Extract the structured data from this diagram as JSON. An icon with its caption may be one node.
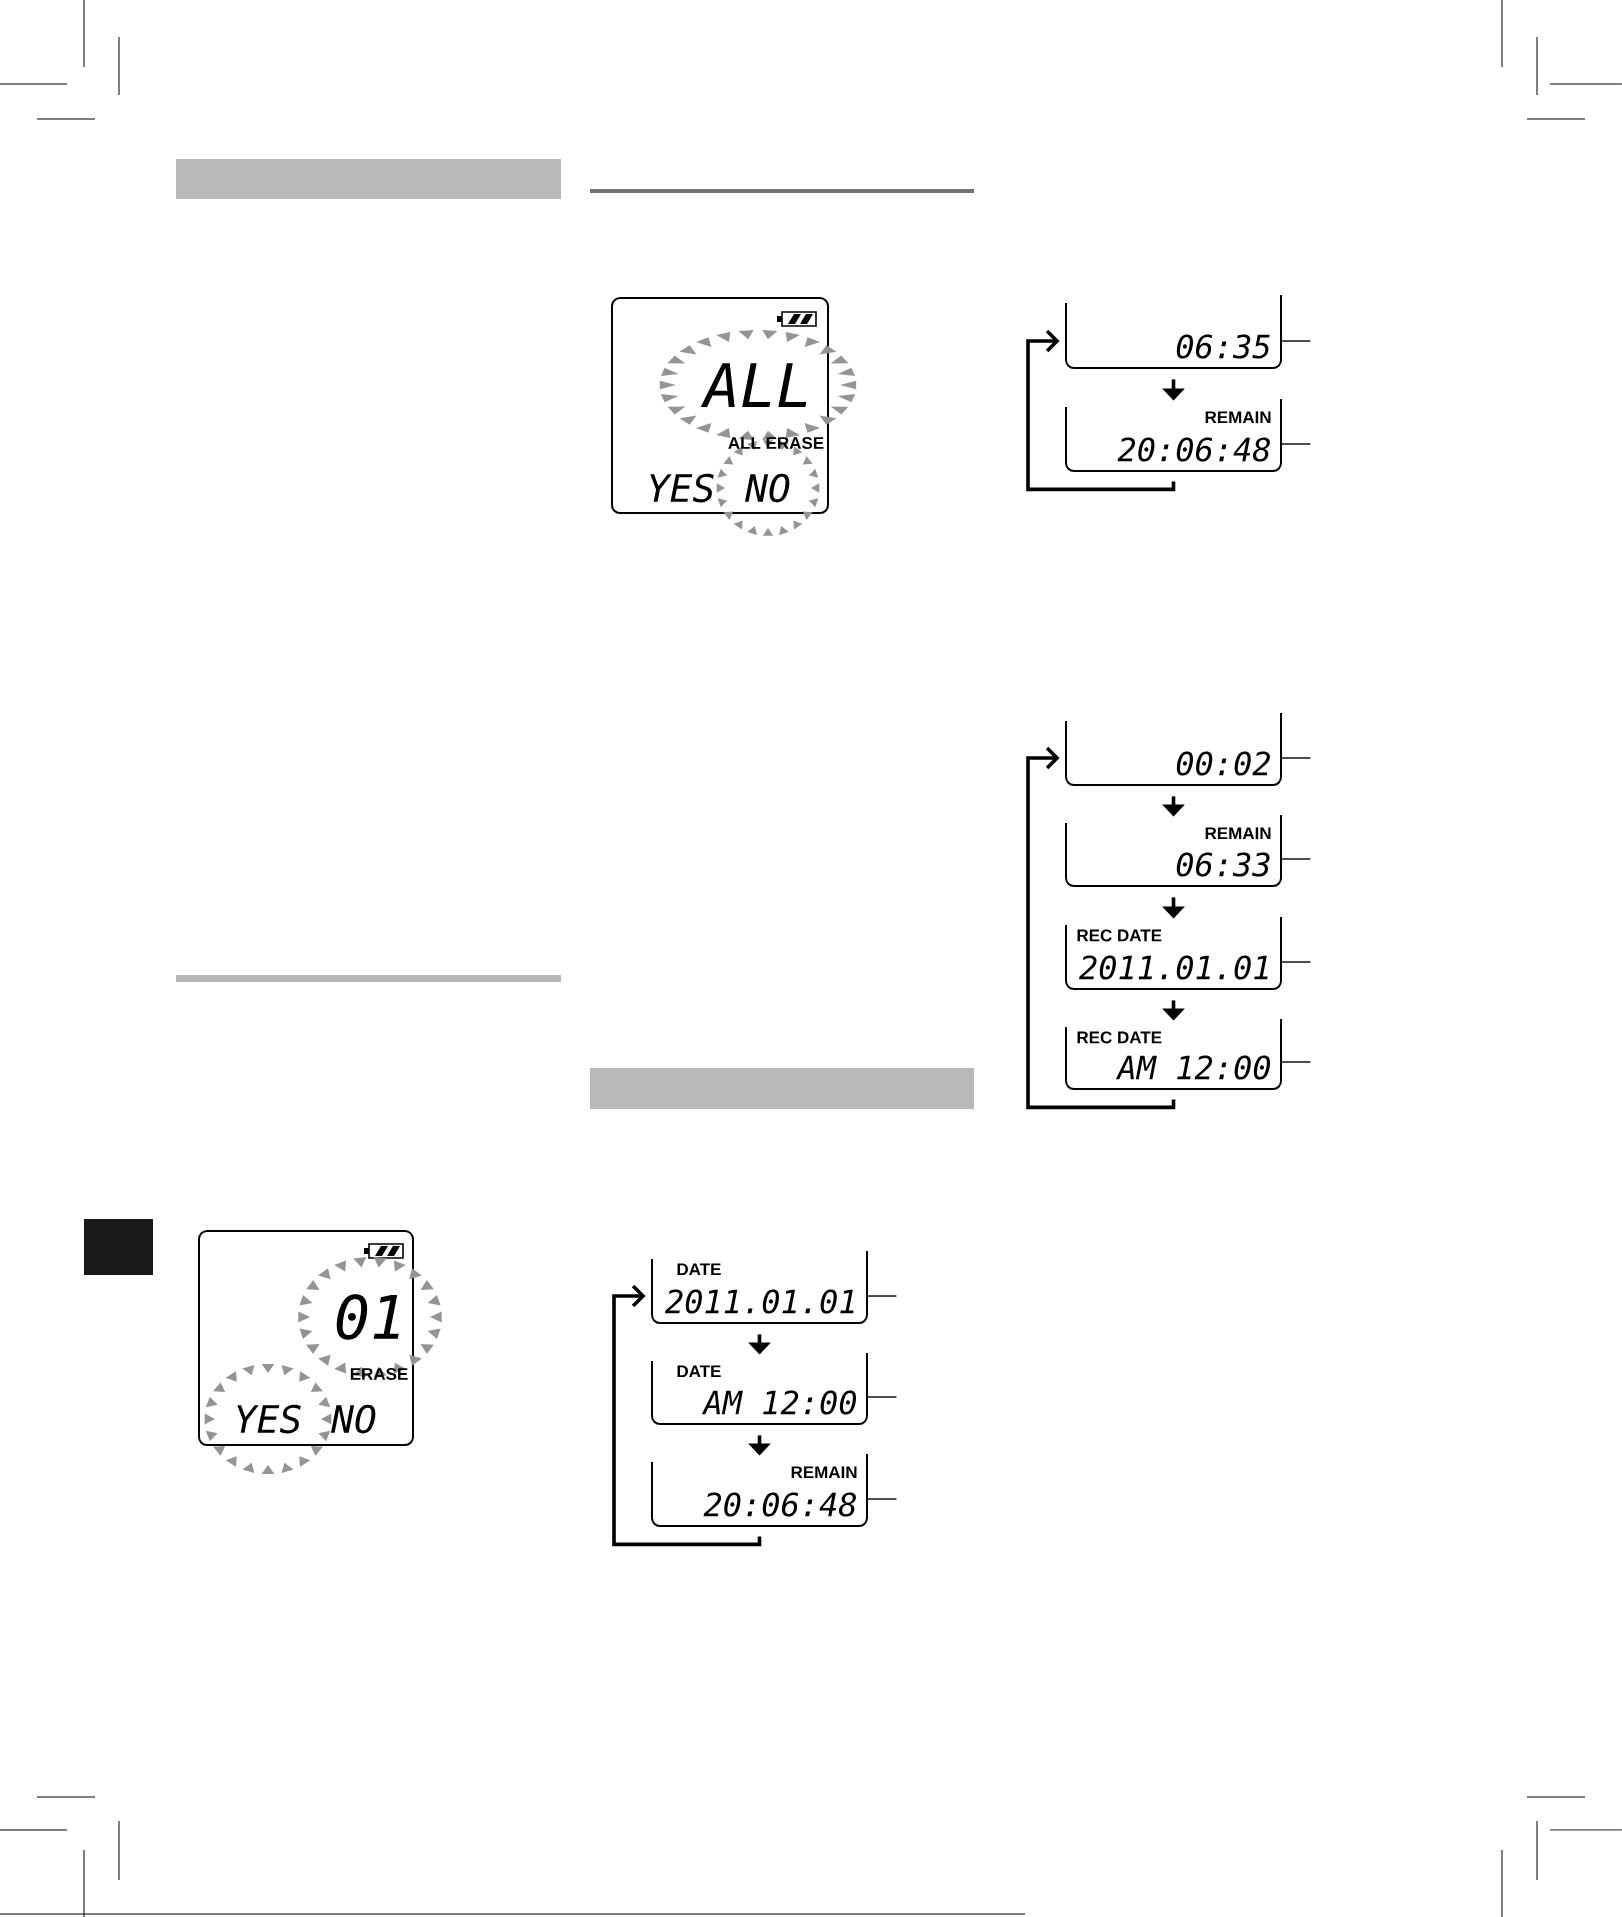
{
  "diagram": {
    "nodes": [
      {
        "text": [
          "01",
          "ERASE",
          "YES",
          "NO"
        ]
      },
      {
        "text": [
          "ALL",
          "ALL ERASE",
          "YES",
          "NO"
        ]
      },
      {
        "text": [
          "DATE",
          "2011.01.01"
        ]
      },
      {
        "text": [
          "DATE",
          "AM 12:00"
        ]
      },
      {
        "text": [
          "REMAIN",
          "20:06:48"
        ]
      },
      {
        "text": [
          "06:35"
        ]
      },
      {
        "text": [
          "REMAIN",
          "20:06:48"
        ]
      },
      {
        "text": [
          "00:02"
        ]
      },
      {
        "text": [
          "REMAIN",
          "06:33"
        ]
      },
      {
        "text": [
          "REC DATE",
          "2011.01.01"
        ]
      },
      {
        "text": [
          "REC DATE",
          "AM 12:00"
        ]
      }
    ],
    "edges": [
      {
        "from": 2,
        "to": 3,
        "arrow": "to"
      },
      {
        "from": 3,
        "to": 4,
        "arrow": "to"
      },
      {
        "from": 4,
        "to": 2,
        "arrow": "to"
      },
      {
        "from": 5,
        "to": 6,
        "arrow": "to"
      },
      {
        "from": 6,
        "to": 5,
        "arrow": "to"
      },
      {
        "from": 7,
        "to": 8,
        "arrow": "to"
      },
      {
        "from": 8,
        "to": 9,
        "arrow": "to"
      },
      {
        "from": 9,
        "to": 10,
        "arrow": "to"
      },
      {
        "from": 10,
        "to": 7,
        "arrow": "to"
      },
      {
        "from": 2,
        "to": null,
        "arrow": "none"
      },
      {
        "from": 3,
        "to": null,
        "arrow": "none"
      },
      {
        "from": 4,
        "to": null,
        "arrow": "none"
      },
      {
        "from": 5,
        "to": null,
        "arrow": "none"
      },
      {
        "from": 6,
        "to": null,
        "arrow": "none"
      },
      {
        "from": 7,
        "to": null,
        "arrow": "none"
      },
      {
        "from": 8,
        "to": null,
        "arrow": "none"
      },
      {
        "from": 9,
        "to": null,
        "arrow": "none"
      },
      {
        "from": 10,
        "to": null,
        "arrow": "none"
      }
    ]
  }
}
